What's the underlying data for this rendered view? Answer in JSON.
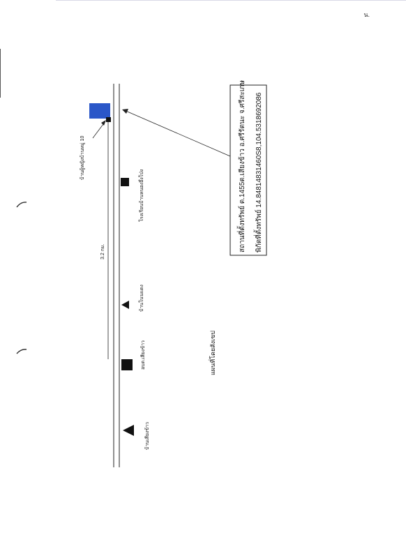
{
  "page_mark": "น.",
  "map_title": "แผนที่โดยสังเขป",
  "distance_label": "3.2 กม.",
  "info_box": {
    "line1": "สถานที่ตั้งทรัพย์ ต.1455ต.เสียงข้าว อ.ศรีรัตนะ จ.ศรีสะเกษ",
    "line2": "พิกัดที่ตั้งทรัพย์ 14.84814831460S8,104.5318692086"
  },
  "landmarks": [
    {
      "name": "บ้านเสียงข้าว",
      "symbol": "triangle"
    },
    {
      "name": "อบต.เสียงข้าว",
      "symbol": "square"
    },
    {
      "name": "บ้านโนนแดง",
      "symbol": "triangle"
    },
    {
      "name": "โรงเรียนบ้านหนองอึ่งโป่ง",
      "symbol": "square"
    },
    {
      "name": "บ้านผู้หญิงบ้านหมู่ 10",
      "symbol": "small-square"
    }
  ],
  "colors": {
    "property": "#2b57c8",
    "ink": "#111111",
    "road": "#222222"
  }
}
